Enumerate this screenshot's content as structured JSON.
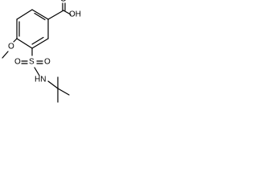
{
  "molecule": {
    "atoms": {
      "carboxyl": "OH",
      "carboxyl_o": "O",
      "methoxy_o": "O",
      "sulfonyl_o1": "O",
      "sulfonyl_s": "S",
      "sulfonyl_o2": "O",
      "amine": "HN"
    }
  }
}
